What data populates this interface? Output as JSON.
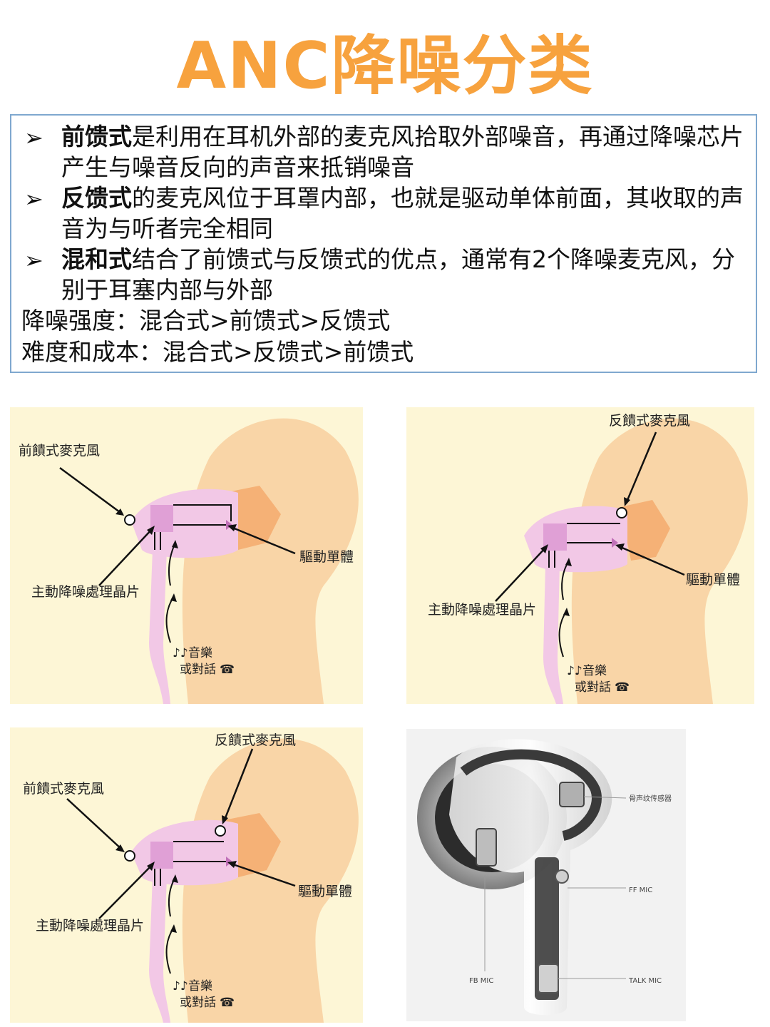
{
  "title": "ANC降噪分类",
  "bullets": [
    {
      "bold": "前馈式",
      "rest": "是利用在耳机外部的麦克风拾取外部噪音，再通过降噪芯片产生与噪音反向的声音来抵销噪音"
    },
    {
      "bold": "反馈式",
      "rest": "的麦克风位于耳罩内部，也就是驱动单体前面，其收取的声音为与听者完全相同"
    },
    {
      "bold": "混和式",
      "rest": "结合了前馈式与反馈式的优点，通常有2个降噪麦克风，分别于耳塞内部与外部"
    }
  ],
  "bullet_symbol": "➢",
  "strength_line": "降噪强度：混合式>前馈式>反馈式",
  "cost_line": "难度和成本：混合式>反馈式>前馈式",
  "diagram_labels": {
    "ff_mic": "前饋式麥克風",
    "fb_mic": "反饋式麥克風",
    "driver": "驅動單體",
    "chip": "主動降噪處理晶片",
    "music": "音樂",
    "call": "或對話"
  },
  "photo_labels": {
    "bone_sensor": "骨声纹传感器",
    "ff_mic": "FF MIC",
    "fb_mic": "FB MIC",
    "talk_mic": "TALK MIC"
  },
  "colors": {
    "title": "#f7a23e",
    "box_border": "#7fa8cf",
    "panel_bg": "#fdf6d6",
    "ear": "#f8cf9f",
    "ear_inner": "#f4a86a",
    "earbud": "#f2c8e6",
    "chip": "#e0a0d6"
  }
}
